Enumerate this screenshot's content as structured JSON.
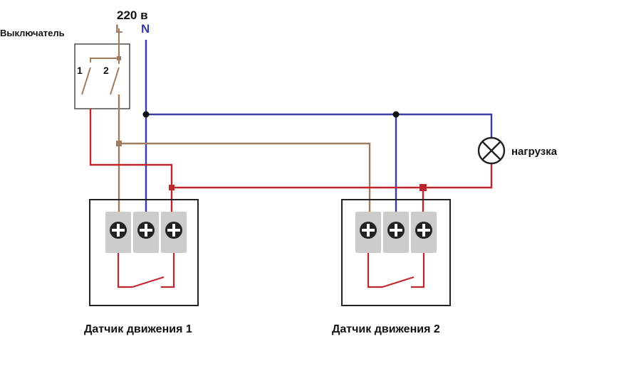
{
  "supply": {
    "voltage": "220 в",
    "line": "L",
    "neutral": "N"
  },
  "switch": {
    "title": "Выключатель",
    "pos1": "1",
    "pos2": "2"
  },
  "load": {
    "label": "нагрузка"
  },
  "sensors": [
    {
      "label": "Датчик движения 1"
    },
    {
      "label": "Датчик движения 2"
    }
  ],
  "colors": {
    "phase": "#a07b5e",
    "neutral": "#3b3ba8",
    "switched": "#c0272d",
    "terminal": "#cccccc",
    "frame": "#222222"
  }
}
